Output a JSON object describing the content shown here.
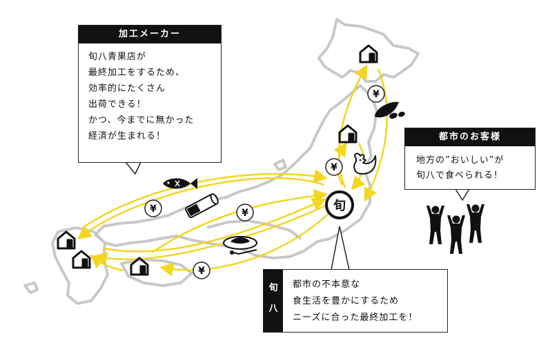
{
  "maker_box": {
    "title": "加工メーカー",
    "lines": [
      "旬八青果店が",
      "最終加工をするため、",
      "効率的にたくさん",
      "出荷できる！",
      "かつ、今までに無かった",
      "経済が生まれる！"
    ]
  },
  "customer_box": {
    "title": "都市のお客様",
    "lines": [
      "地方の”おいしい”が",
      "旬八で食べられる！"
    ]
  },
  "shunpachi_box": {
    "side_label": "旬八",
    "lines": [
      "都市の不本意な",
      "食生活を豊かにするため",
      "ニーズに合った最終加工を！"
    ]
  },
  "hub_symbol": "旬",
  "yen_symbol": "¥",
  "colors": {
    "arrow": "#f3d61e",
    "map_outline": "#c8c8c8",
    "ink": "#111111"
  },
  "icons": [
    "house-icon",
    "fish-icon",
    "soybean-icon",
    "chicken-icon",
    "roll-icon",
    "curry-icon",
    "person-icon"
  ]
}
